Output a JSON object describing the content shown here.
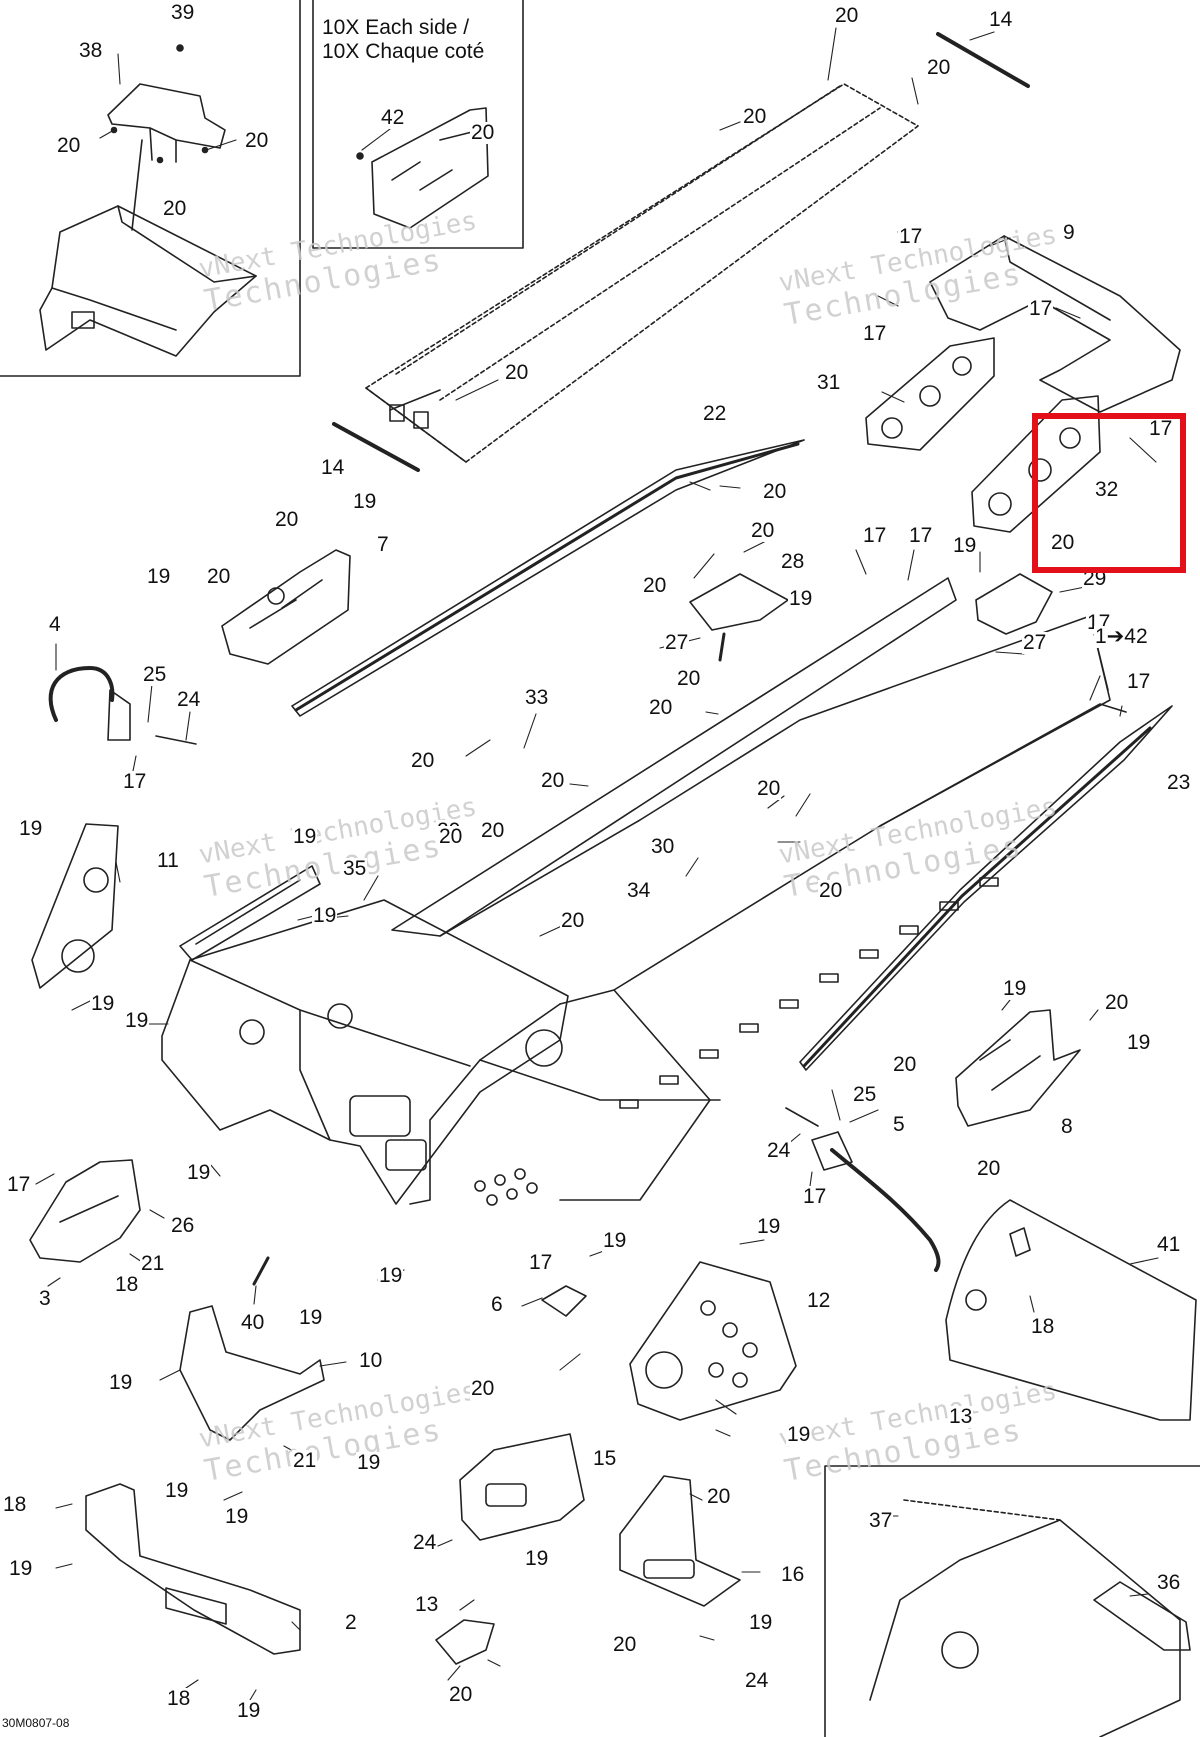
{
  "inset_note": {
    "line1": "10X Each side /",
    "line2": "10X Chaque coté"
  },
  "drawing_code": "30M0807-08",
  "watermark": {
    "line1": "vNext Technologies",
    "line2": "Technologies"
  },
  "highlight_color": "#e3101a",
  "callouts": [
    "39",
    "38",
    "20",
    "20",
    "20",
    "42",
    "20",
    "14",
    "20",
    "20",
    "20",
    "20",
    "14",
    "22",
    "20",
    "17",
    "9",
    "17",
    "17",
    "31",
    "17",
    "32",
    "20",
    "29",
    "17",
    "17",
    "19",
    "28",
    "20",
    "20",
    "19",
    "27",
    "27",
    "17",
    "1➔42",
    "17",
    "20",
    "19",
    "7",
    "19",
    "20",
    "4",
    "25",
    "24",
    "17",
    "33",
    "20",
    "20",
    "20",
    "20",
    "20",
    "23",
    "20",
    "30",
    "34",
    "20",
    "19",
    "11",
    "19",
    "35",
    "19",
    "20",
    "20",
    "20",
    "19",
    "19",
    "19",
    "20",
    "19",
    "8",
    "20",
    "20",
    "25",
    "5",
    "24",
    "17",
    "19",
    "17",
    "26",
    "21",
    "3",
    "18",
    "19",
    "40",
    "19",
    "6",
    "19",
    "17",
    "19",
    "12",
    "41",
    "18",
    "13",
    "10",
    "19",
    "21",
    "19",
    "19",
    "19",
    "20",
    "15",
    "20",
    "19",
    "16",
    "37",
    "36",
    "18",
    "19",
    "24",
    "19",
    "2",
    "13",
    "20",
    "20",
    "19",
    "24",
    "18",
    "19"
  ]
}
